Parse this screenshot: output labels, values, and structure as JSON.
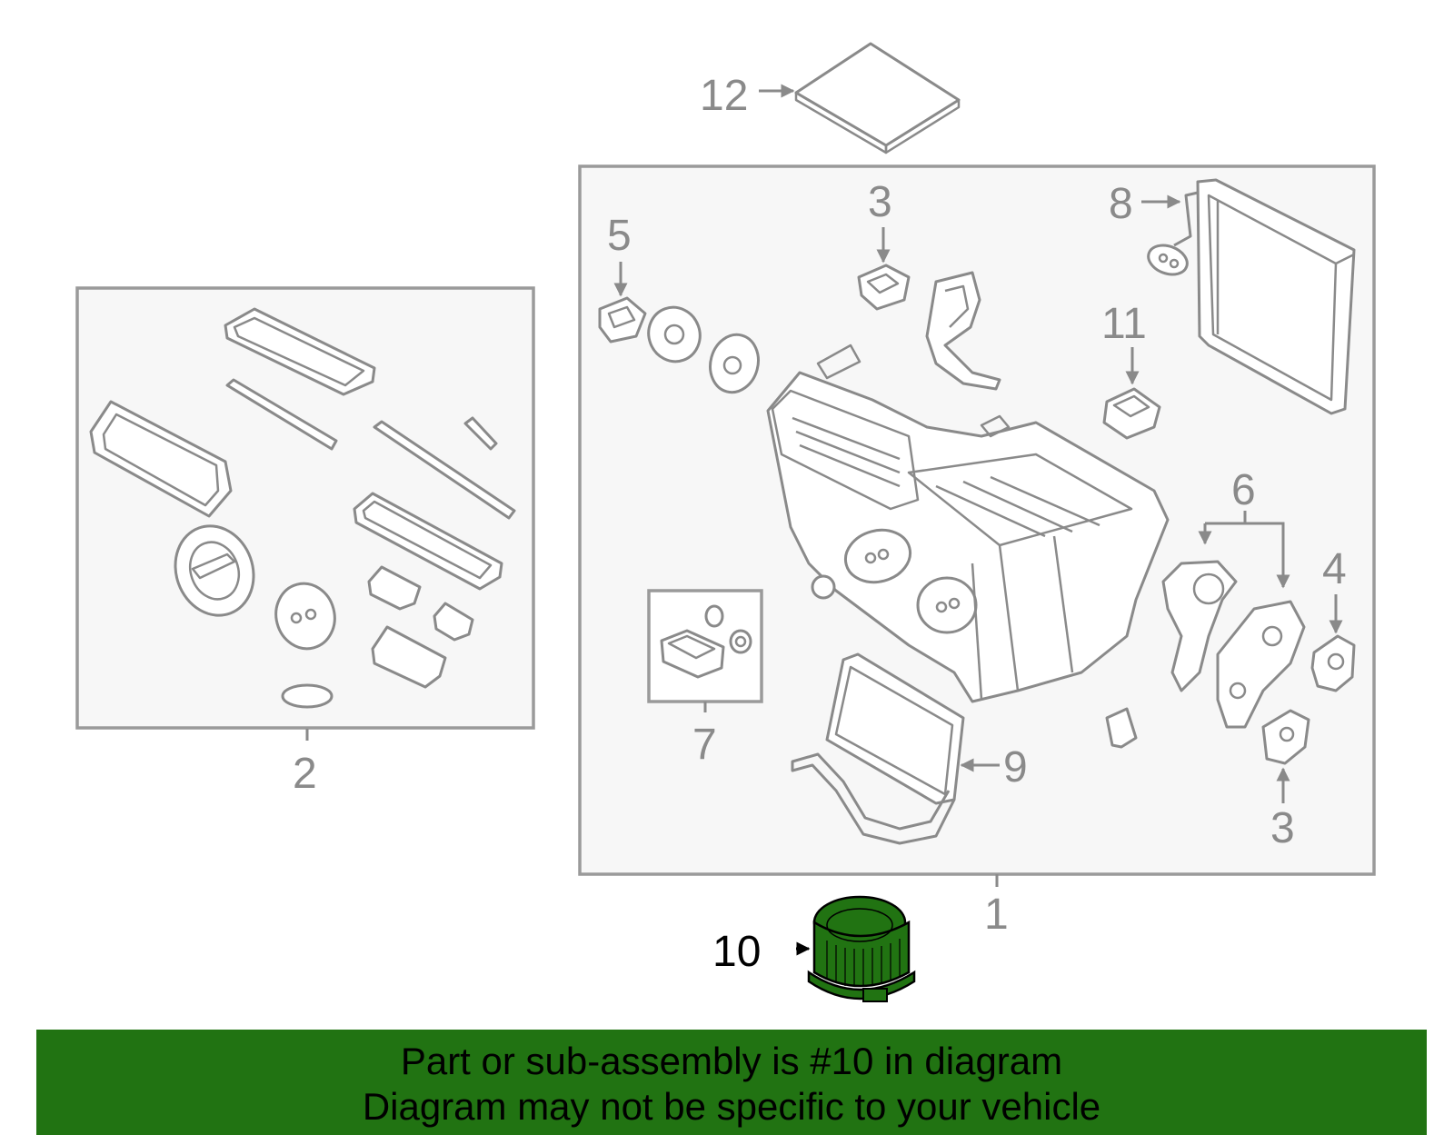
{
  "colors": {
    "highlight_part": "#217312",
    "banner_background": "#217312",
    "line_art": "#8a8a8a",
    "frame_fill": "#f7f7f7"
  },
  "callouts": {
    "c1": "1",
    "c2": "2",
    "c3_top": "3",
    "c3_bottom": "3",
    "c4": "4",
    "c5": "5",
    "c6": "6",
    "c7": "7",
    "c8": "8",
    "c9": "9",
    "c10": "10",
    "c11": "11",
    "c12": "12"
  },
  "banner": {
    "line1": "Part or sub-assembly is #10 in diagram",
    "line2": "Diagram may not be specific to your vehicle"
  }
}
